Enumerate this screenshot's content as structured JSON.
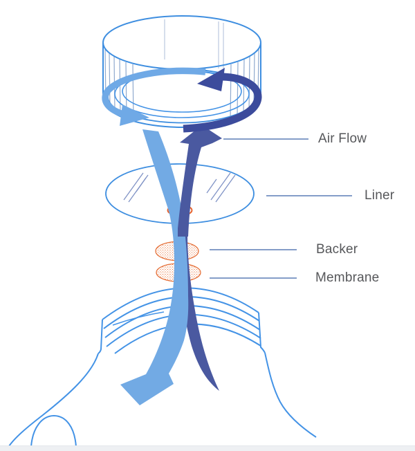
{
  "diagram": {
    "labels": [
      {
        "id": "air-flow",
        "text": "Air Flow"
      },
      {
        "id": "liner",
        "text": "Liner"
      },
      {
        "id": "backer",
        "text": "Backer"
      },
      {
        "id": "membrane",
        "text": "Membrane"
      }
    ],
    "colors": {
      "outline_blue": "#3E8EE0",
      "light_arrow_blue": "#72AAE4",
      "dark_arrow_navy": "#4A59A0",
      "dark_swirl_navy": "#3C4B9C",
      "accent_orange": "#E7632E",
      "label_gray": "#56575A",
      "leader_line_blue": "#5C7DB5"
    }
  }
}
